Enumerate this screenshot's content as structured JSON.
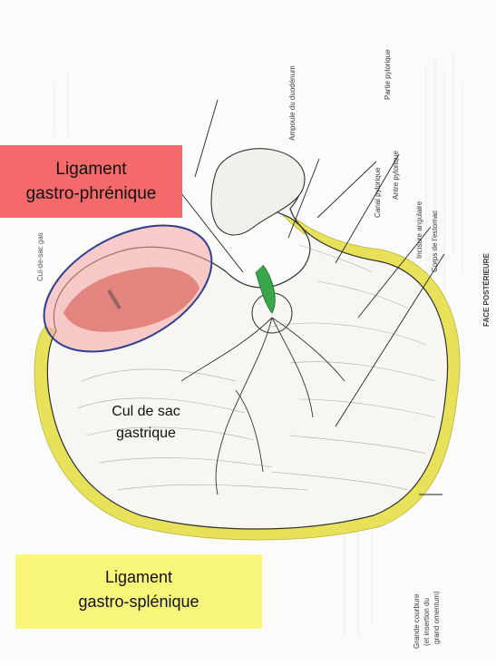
{
  "callouts": {
    "gastro_phrenique": {
      "line1": "Ligament",
      "line2": "gastro-phrénique",
      "color": "#f46a6a"
    },
    "gastro_splenique": {
      "line1": "Ligament",
      "line2": "gastro-splénique",
      "color": "#f8f67a"
    }
  },
  "center_label": {
    "line1": "Cul de sac",
    "line2": "gastrique"
  },
  "anatomy_labels": {
    "cul_de_sac": "Cul-de-sac gas",
    "ampoule": "Ampoule du duodénum",
    "canal_pylorique": "Canal pylorique",
    "antre_pylorique": "Antre pylorique",
    "partie_pylorique": "Partie pylorique",
    "incisure": "Incisure angulaire",
    "corps": "Corps de l'estomac",
    "grande_courbure_1": "Grande courbure",
    "grande_courbure_2": "(et insertion du",
    "grande_courbure_3": "grand omentum)",
    "face_posterieure": "FACE POSTÉRIEURE"
  },
  "colors": {
    "ligament_yellow": "#e8e25a",
    "highlight_ellipse": "#f5a3a3",
    "ellipse_outline": "#2f3f8f",
    "dark_red_region": "#c4443a",
    "green_marking": "#3aa64a"
  }
}
